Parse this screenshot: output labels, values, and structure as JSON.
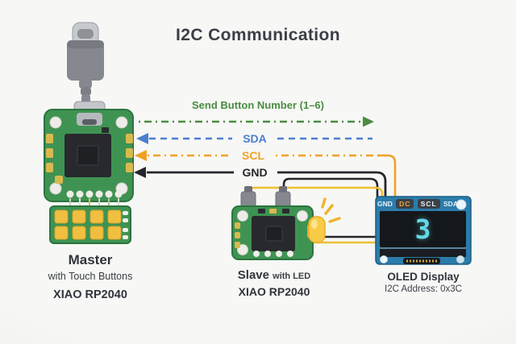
{
  "title": "I2C Communication",
  "arrows": {
    "send_label": "Send Button Number (1–6)",
    "sda_label": "SDA",
    "scl_label": "SCL",
    "gnd_label": "GND"
  },
  "master": {
    "title": "Master",
    "subtitle": "with Touch Buttons",
    "board_name": "XIAO RP2040"
  },
  "slave": {
    "title": "Slave",
    "subtitle": "with LED",
    "board_name": "XIAO RP2040"
  },
  "oled": {
    "title": "OLED Display",
    "address": "I2C Address: 0x3C",
    "display_value": "3",
    "pins": [
      "GND",
      "DC",
      "SCL",
      "SDA"
    ]
  },
  "colors": {
    "send_green": "#4a8c41",
    "sda_blue": "#4b7fd0",
    "scl_orange": "#f0a124",
    "gnd_black": "#25272b",
    "pcb_green": "#3f9352",
    "button_yellow": "#f1bf3f",
    "wire_yellow": "#eebf35",
    "oled_blue": "#2b7cab",
    "digit_cyan": "#63d8e6",
    "dc_orange": "#efa63a"
  }
}
